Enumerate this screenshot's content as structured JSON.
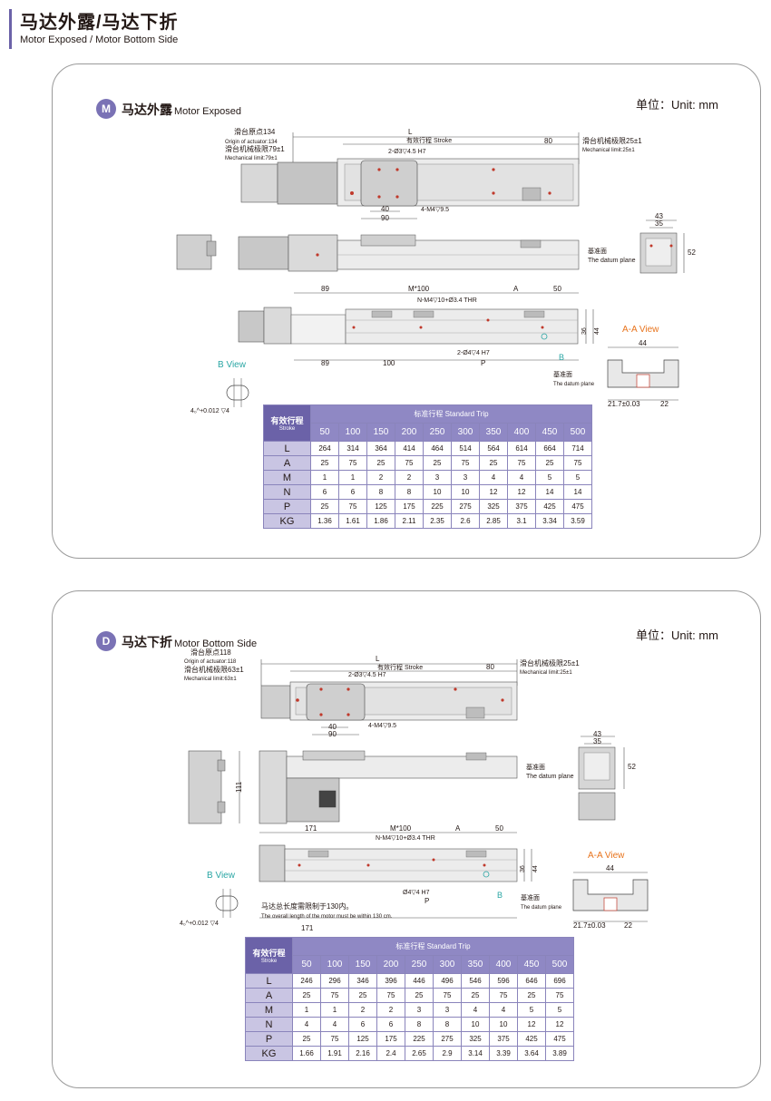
{
  "header": {
    "title_zh": "马达外露/马达下折",
    "title_en": "Motor Exposed / Motor Bottom Side"
  },
  "colors": {
    "accent": "#6b62a8",
    "accent_light": "#8f88c4",
    "row_head": "#c9c5e3",
    "aa_view": "#e8731c",
    "b_view": "#2aa6a4"
  },
  "sections": [
    {
      "badge": "M",
      "title_zh": "马达外露",
      "title_en": "Motor Exposed",
      "unit": "单位：Unit: mm",
      "labels": {
        "origin_zh": "滑台原点134",
        "origin_en": "Origin of actuator:134",
        "mech_left_zh": "滑台机械极限79±1",
        "mech_left_en": "Mechanical limit:79±1",
        "L": "L",
        "stroke": "有效行程 Stroke",
        "d80": "80",
        "mech_right_zh": "滑台机械极限25±1",
        "mech_right_en": "Mechanical limit:25±1",
        "hole1": "2-Ø3▽4.5 H7",
        "hole2": "4-M4▽9.5",
        "d40": "40",
        "d90": "90",
        "d43": "43",
        "d35": "35",
        "d52": "52",
        "datum_zh": "基准面",
        "datum_en": "The datum plane",
        "d89a": "89",
        "m100": "M*100",
        "dA": "A",
        "d50": "50",
        "holeN": "N-M4▽10+Ø3.4 THR",
        "d36": "36",
        "d44r": "44",
        "hole3": "2-Ø4▽4 H7",
        "d89b": "89",
        "d100": "100",
        "dP": "P",
        "bmark": "B",
        "bview": "B View",
        "tol": "4₀^+0.012 ▽4",
        "aa": "A-A View",
        "d44": "44",
        "datum2_zh": "基准面",
        "datum2_en": "The datum plane",
        "d217": "21.7±0.03",
        "d22": "22"
      },
      "table": {
        "corner_zh": "有效行程",
        "corner_en": "Stroke",
        "trip": "标准行程 Standard Trip",
        "strokes": [
          "50",
          "100",
          "150",
          "200",
          "250",
          "300",
          "350",
          "400",
          "450",
          "500"
        ],
        "rows": [
          {
            "name": "L",
            "values": [
              "264",
              "314",
              "364",
              "414",
              "464",
              "514",
              "564",
              "614",
              "664",
              "714"
            ]
          },
          {
            "name": "A",
            "values": [
              "25",
              "75",
              "25",
              "75",
              "25",
              "75",
              "25",
              "75",
              "25",
              "75"
            ]
          },
          {
            "name": "M",
            "values": [
              "1",
              "1",
              "2",
              "2",
              "3",
              "3",
              "4",
              "4",
              "5",
              "5"
            ]
          },
          {
            "name": "N",
            "values": [
              "6",
              "6",
              "8",
              "8",
              "10",
              "10",
              "12",
              "12",
              "14",
              "14"
            ]
          },
          {
            "name": "P",
            "values": [
              "25",
              "75",
              "125",
              "175",
              "225",
              "275",
              "325",
              "375",
              "425",
              "475"
            ]
          },
          {
            "name": "KG",
            "values": [
              "1.36",
              "1.61",
              "1.86",
              "2.11",
              "2.35",
              "2.6",
              "2.85",
              "3.1",
              "3.34",
              "3.59"
            ]
          }
        ]
      }
    },
    {
      "badge": "D",
      "title_zh": "马达下折",
      "title_en": "Motor Bottom Side",
      "unit": "单位：Unit: mm",
      "labels": {
        "origin_zh": "滑台原点118",
        "origin_en": "Origin of actuator:118",
        "mech_left_zh": "滑台机械极限63±1",
        "mech_left_en": "Mechanical limit:63±1",
        "L": "L",
        "stroke": "有效行程 Stroke",
        "d80": "80",
        "mech_right_zh": "滑台机械极限25±1",
        "mech_right_en": "Mechanical limit:25±1",
        "hole1": "2-Ø3▽4.5 H7",
        "hole2": "4-M4▽9.5",
        "d40": "40",
        "d90": "90",
        "d43": "43",
        "d35": "35",
        "d52": "52",
        "d111": "111",
        "datum_zh": "基准面",
        "datum_en": "The datum plane",
        "d171a": "171",
        "m100": "M*100",
        "dA": "A",
        "d50": "50",
        "holeN": "N-M4▽10+Ø3.4 THR",
        "d36": "36",
        "d44r": "44",
        "hole3": "Ø4▽4 H7",
        "dP": "P",
        "bmark": "B",
        "note_zh": "马达总长度需限制于130内。",
        "note_en": "The overall length of the motor must be within 130 cm.",
        "d171b": "171",
        "bview": "B View",
        "tol": "4₀^+0.012 ▽4",
        "aa": "A-A View",
        "d44": "44",
        "datum2_zh": "基准面",
        "datum2_en": "The datum plane",
        "d217": "21.7±0.03",
        "d22": "22"
      },
      "table": {
        "corner_zh": "有效行程",
        "corner_en": "Stroke",
        "trip": "标准行程 Standard Trip",
        "strokes": [
          "50",
          "100",
          "150",
          "200",
          "250",
          "300",
          "350",
          "400",
          "450",
          "500"
        ],
        "rows": [
          {
            "name": "L",
            "values": [
              "246",
              "296",
              "346",
              "396",
              "446",
              "496",
              "546",
              "596",
              "646",
              "696"
            ]
          },
          {
            "name": "A",
            "values": [
              "25",
              "75",
              "25",
              "75",
              "25",
              "75",
              "25",
              "75",
              "25",
              "75"
            ]
          },
          {
            "name": "M",
            "values": [
              "1",
              "1",
              "2",
              "2",
              "3",
              "3",
              "4",
              "4",
              "5",
              "5"
            ]
          },
          {
            "name": "N",
            "values": [
              "4",
              "4",
              "6",
              "6",
              "8",
              "8",
              "10",
              "10",
              "12",
              "12"
            ]
          },
          {
            "name": "P",
            "values": [
              "25",
              "75",
              "125",
              "175",
              "225",
              "275",
              "325",
              "375",
              "425",
              "475"
            ]
          },
          {
            "name": "KG",
            "values": [
              "1.66",
              "1.91",
              "2.16",
              "2.4",
              "2.65",
              "2.9",
              "3.14",
              "3.39",
              "3.64",
              "3.89"
            ]
          }
        ]
      }
    }
  ]
}
